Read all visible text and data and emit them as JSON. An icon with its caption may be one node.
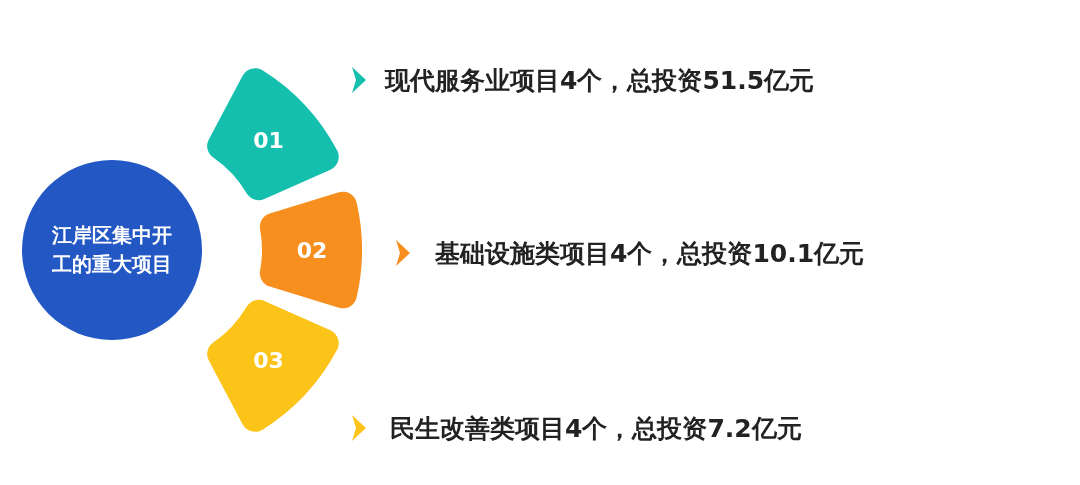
{
  "diagram": {
    "nodes": [
      {
        "text": [
          "江岸区集中开工的重大项目"
        ]
      },
      {
        "text": [
          "01"
        ],
        "beside": [
          "现代服务业项目4个，总投资51.5亿元"
        ]
      },
      {
        "text": [
          "02"
        ],
        "beside": [
          "基础设施类项目4个，总投资10.1亿元"
        ]
      },
      {
        "text": [
          "03"
        ],
        "beside": [
          "民生改善类项目4个，总投资7.2亿元"
        ]
      }
    ]
  }
}
